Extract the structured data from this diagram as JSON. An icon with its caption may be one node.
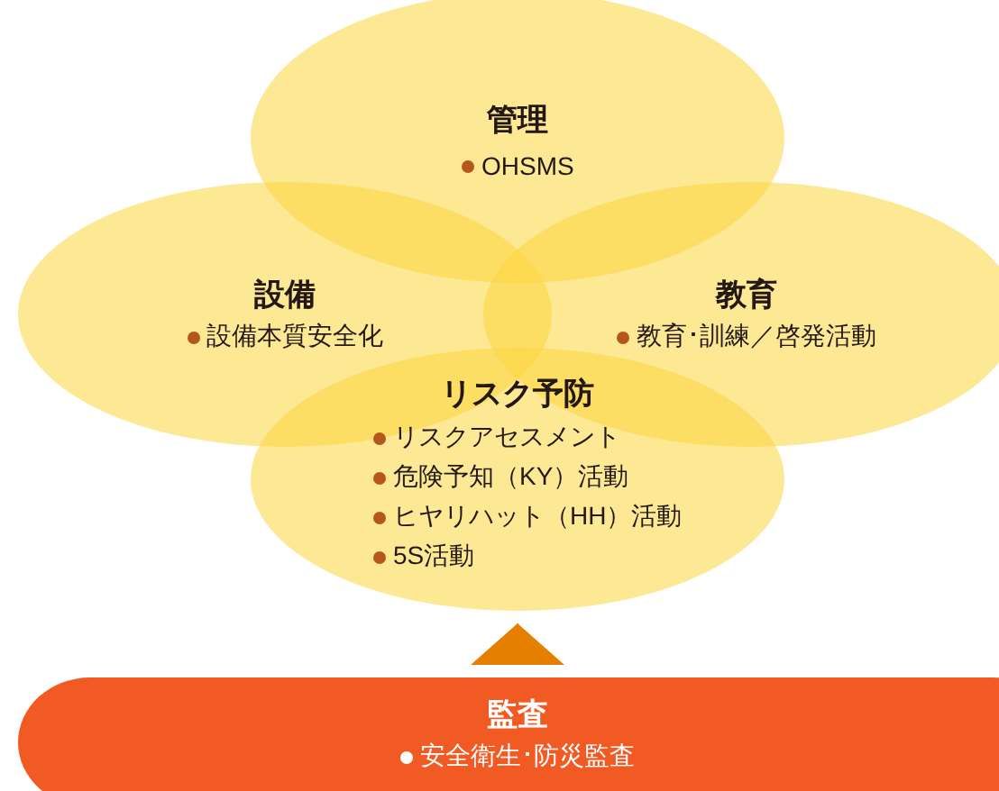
{
  "diagram": {
    "nodes": [
      {
        "text": [
          "管理",
          "OHSMS"
        ]
      },
      {
        "text": [
          "設備",
          "設備本質安全化"
        ]
      },
      {
        "text": [
          "教育",
          "教育･訓練／啓発活動"
        ]
      },
      {
        "text": [
          "リスク予防",
          "リスクアセスメント",
          "危険予知（KY）活動",
          "ヒヤリハット（HH）活動",
          "5S活動"
        ]
      },
      {
        "text": [
          "監査",
          "安全衛生･防災監査"
        ]
      }
    ],
    "edges": [
      {
        "from": 4,
        "to": 3,
        "arrow": "to",
        "color": "#e67e00"
      }
    ]
  }
}
